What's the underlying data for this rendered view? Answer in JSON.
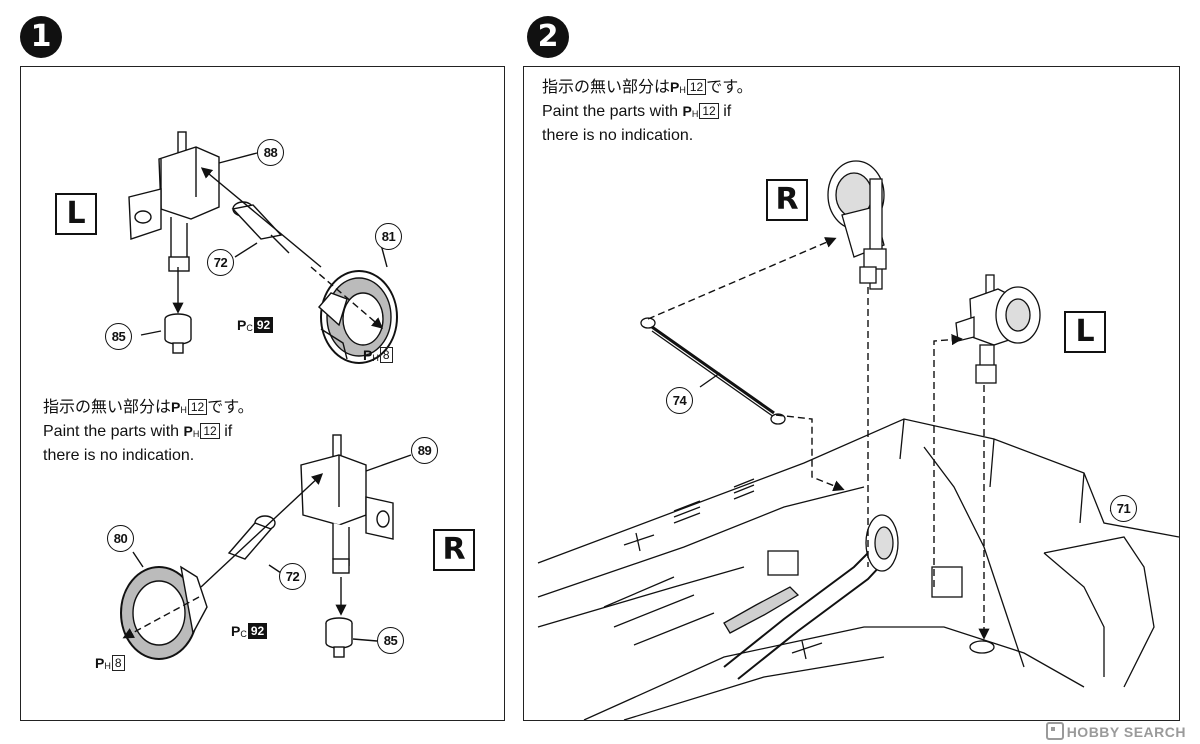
{
  "steps": [
    {
      "number": "1",
      "note": {
        "jp_prefix": "指示の無い部分は",
        "jp_suffix": "です。",
        "en_prefix": "Paint the parts with",
        "en_suffix": "if",
        "en_line2": "there is no indication.",
        "paint_code": "12"
      },
      "sides": {
        "left": "L",
        "right": "R"
      },
      "callouts": [
        "88",
        "81",
        "72",
        "85",
        "89",
        "80",
        "72",
        "85"
      ],
      "paint_labels": {
        "pc_code": "92",
        "ph_code": "8"
      }
    },
    {
      "number": "2",
      "note": {
        "jp_prefix": "指示の無い部分は",
        "jp_suffix": "です。",
        "en_prefix": "Paint the parts with",
        "en_suffix": "if",
        "en_line2": "there is no indication.",
        "paint_code": "12"
      },
      "sides": {
        "right": "R",
        "left": "L"
      },
      "callouts": [
        "74",
        "71"
      ]
    }
  ],
  "paint_marks": {
    "P": "P",
    "H": "H",
    "C": "C"
  },
  "watermark": {
    "text": "HOBBY SEARCH",
    "icon": "hobbysearch-logo-icon"
  },
  "colors": {
    "ink": "#111111",
    "shade": "#9a9a9a",
    "paper": "#ffffff"
  }
}
